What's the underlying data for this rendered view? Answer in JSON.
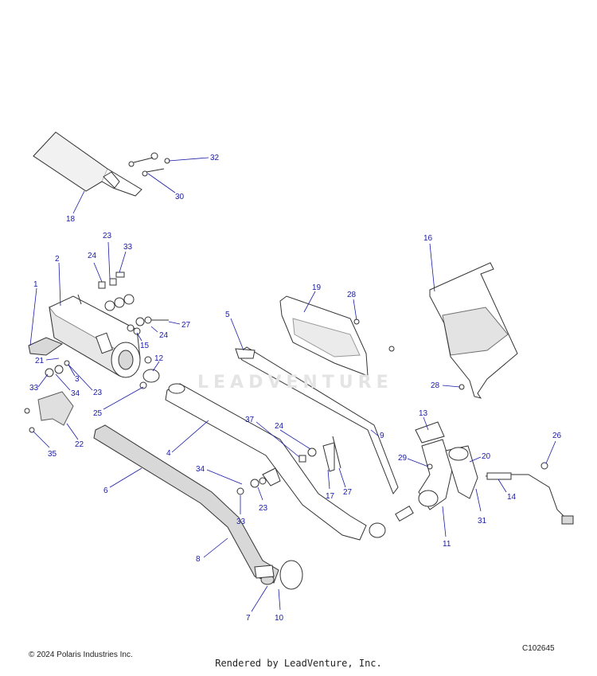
{
  "watermark": "LEADVENTURE",
  "copyright": "© 2024 Polaris Industries Inc.",
  "diagram_code": "C102645",
  "rendered_by": "Rendered by LeadVenture, Inc.",
  "colors": {
    "callout": "#1a1aa8",
    "line": "#333333"
  },
  "callouts": [
    {
      "id": "c32",
      "label": "32"
    },
    {
      "id": "c30",
      "label": "30"
    },
    {
      "id": "c18",
      "label": "18"
    },
    {
      "id": "c23a",
      "label": "23"
    },
    {
      "id": "c33a",
      "label": "33"
    },
    {
      "id": "c24a",
      "label": "24"
    },
    {
      "id": "c2",
      "label": "2"
    },
    {
      "id": "c1",
      "label": "1"
    },
    {
      "id": "c16",
      "label": "16"
    },
    {
      "id": "c19",
      "label": "19"
    },
    {
      "id": "c28a",
      "label": "28"
    },
    {
      "id": "c5",
      "label": "5"
    },
    {
      "id": "c27a",
      "label": "27"
    },
    {
      "id": "c24b",
      "label": "24"
    },
    {
      "id": "c15",
      "label": "15"
    },
    {
      "id": "c12",
      "label": "12"
    },
    {
      "id": "c21",
      "label": "21"
    },
    {
      "id": "c3",
      "label": "3"
    },
    {
      "id": "c33b",
      "label": "33"
    },
    {
      "id": "c34a",
      "label": "34"
    },
    {
      "id": "c23b",
      "label": "23"
    },
    {
      "id": "c25",
      "label": "25"
    },
    {
      "id": "c28b",
      "label": "28"
    },
    {
      "id": "c22",
      "label": "22"
    },
    {
      "id": "c35",
      "label": "35"
    },
    {
      "id": "c13",
      "label": "13"
    },
    {
      "id": "c9",
      "label": "9"
    },
    {
      "id": "c37",
      "label": "37"
    },
    {
      "id": "c24c",
      "label": "24"
    },
    {
      "id": "c26",
      "label": "26"
    },
    {
      "id": "c4",
      "label": "4"
    },
    {
      "id": "c29",
      "label": "29"
    },
    {
      "id": "c20",
      "label": "20"
    },
    {
      "id": "c6",
      "label": "6"
    },
    {
      "id": "c34b",
      "label": "34"
    },
    {
      "id": "c27b",
      "label": "27"
    },
    {
      "id": "c17",
      "label": "17"
    },
    {
      "id": "c14",
      "label": "14"
    },
    {
      "id": "c23c",
      "label": "23"
    },
    {
      "id": "c31",
      "label": "31"
    },
    {
      "id": "c33c",
      "label": "33"
    },
    {
      "id": "c11",
      "label": "11"
    },
    {
      "id": "c8",
      "label": "8"
    },
    {
      "id": "c7",
      "label": "7"
    },
    {
      "id": "c10",
      "label": "10"
    }
  ]
}
